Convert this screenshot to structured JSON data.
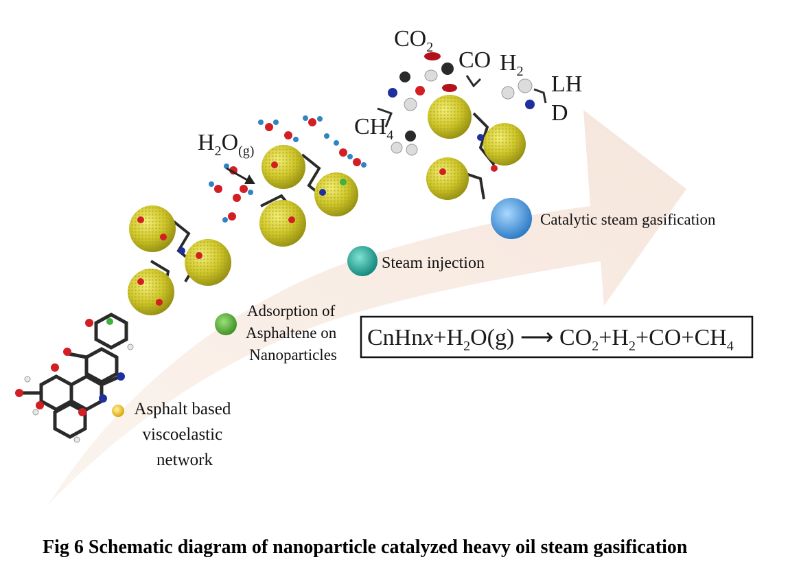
{
  "caption": "Fig 6 Schematic diagram of nanoparticle catalyzed heavy oil steam gasification",
  "stages": [
    {
      "label_lines": [
        "Asphalt based",
        "viscoelastic",
        "network"
      ],
      "color": "#f2c00c"
    },
    {
      "label_lines": [
        "Adsorption of",
        "Asphaltene on",
        "Nanoparticles"
      ],
      "color": "#5fb63a"
    },
    {
      "label_lines": [
        "Steam injection"
      ],
      "color": "#22a997"
    },
    {
      "label_lines": [
        "Catalytic steam gasification"
      ],
      "color": "#3d97d9"
    }
  ],
  "reactant_label": {
    "main": "H",
    "sub1": "2",
    "main2": "O",
    "sub2": "(g)"
  },
  "products": {
    "co2": {
      "main": "CO",
      "sub": "2"
    },
    "co": "CO",
    "h2": {
      "main": "H",
      "sub": "2"
    },
    "ch4": {
      "main": "CH",
      "sub": "4"
    },
    "lhd_line1": "LH",
    "lhd_line2": "D"
  },
  "equation": {
    "parts": [
      {
        "t": "CnHn"
      },
      {
        "t": "x",
        "italic": true
      },
      {
        "t": "+H"
      },
      {
        "t": "2",
        "sub": true
      },
      {
        "t": "O(g) "
      },
      {
        "t": "⟶",
        "arrow": true
      },
      {
        "t": " CO"
      },
      {
        "t": "2",
        "sub": true
      },
      {
        "t": "+H"
      },
      {
        "t": "2",
        "sub": true
      },
      {
        "t": "+CO+CH"
      },
      {
        "t": "4",
        "sub": true
      }
    ]
  },
  "colors": {
    "arrow_fill": "#f7ece4",
    "nanoparticle": "#c9c21f",
    "oxygen": "#d11f24",
    "nitrogen": "#1e2f9e",
    "carbon": "#2a2a2a",
    "hydrogen": "#e8e8e8",
    "water_h": "#2f84c2"
  }
}
